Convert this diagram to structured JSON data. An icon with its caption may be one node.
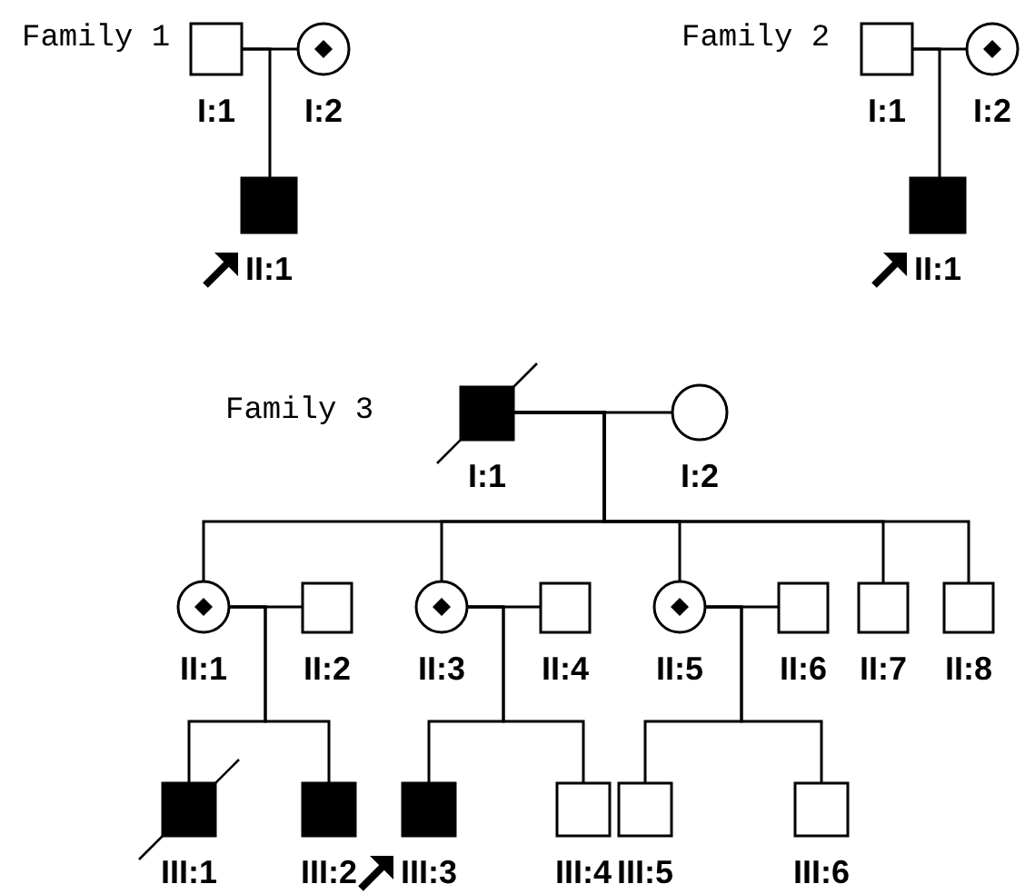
{
  "diagram": {
    "nodes": [
      {
        "text": [
          "I:1"
        ]
      },
      {
        "text": [
          "I:2"
        ]
      },
      {
        "text": [
          "II:1"
        ]
      },
      {
        "text": [
          "I:1"
        ]
      },
      {
        "text": [
          "I:2"
        ]
      },
      {
        "text": [
          "II:1"
        ]
      },
      {
        "text": [
          "I:1"
        ]
      },
      {
        "text": [
          "I:2"
        ]
      },
      {
        "text": [
          "II:1"
        ]
      },
      {
        "text": [
          "II:2"
        ]
      },
      {
        "text": [
          "II:3"
        ]
      },
      {
        "text": [
          "II:4"
        ]
      },
      {
        "text": [
          "II:5"
        ]
      },
      {
        "text": [
          "II:6"
        ]
      },
      {
        "text": [
          "II:7"
        ]
      },
      {
        "text": [
          "II:8"
        ]
      },
      {
        "text": [
          "III:1"
        ]
      },
      {
        "text": [
          "III:2"
        ]
      },
      {
        "text": [
          "III:3"
        ]
      },
      {
        "text": [
          "III:4"
        ]
      },
      {
        "text": [
          "III:5"
        ]
      },
      {
        "text": [
          "III:6"
        ]
      }
    ],
    "edges": [
      {
        "from": 0,
        "to": 1,
        "arrow": "none"
      },
      {
        "from": 0,
        "to": 2,
        "arrow": "none"
      },
      {
        "from": 3,
        "to": 4,
        "arrow": "none"
      },
      {
        "from": 3,
        "to": 5,
        "arrow": "none"
      },
      {
        "from": 6,
        "to": 7,
        "arrow": "none"
      },
      {
        "from": 6,
        "to": 8,
        "arrow": "none"
      },
      {
        "from": 6,
        "to": 10,
        "arrow": "none"
      },
      {
        "from": 6,
        "to": 12,
        "arrow": "none"
      },
      {
        "from": 6,
        "to": 14,
        "arrow": "none"
      },
      {
        "from": 6,
        "to": 15,
        "arrow": "none"
      },
      {
        "from": 8,
        "to": 9,
        "arrow": "none"
      },
      {
        "from": 8,
        "to": 16,
        "arrow": "none"
      },
      {
        "from": 8,
        "to": 17,
        "arrow": "none"
      },
      {
        "from": 10,
        "to": 11,
        "arrow": "none"
      },
      {
        "from": 10,
        "to": 18,
        "arrow": "none"
      },
      {
        "from": 10,
        "to": 19,
        "arrow": "none"
      },
      {
        "from": 12,
        "to": 13,
        "arrow": "none"
      },
      {
        "from": 12,
        "to": 20,
        "arrow": "none"
      },
      {
        "from": 12,
        "to": 21,
        "arrow": "none"
      }
    ],
    "labels": [
      "Family 1",
      "Family 2",
      "Family 3"
    ]
  }
}
